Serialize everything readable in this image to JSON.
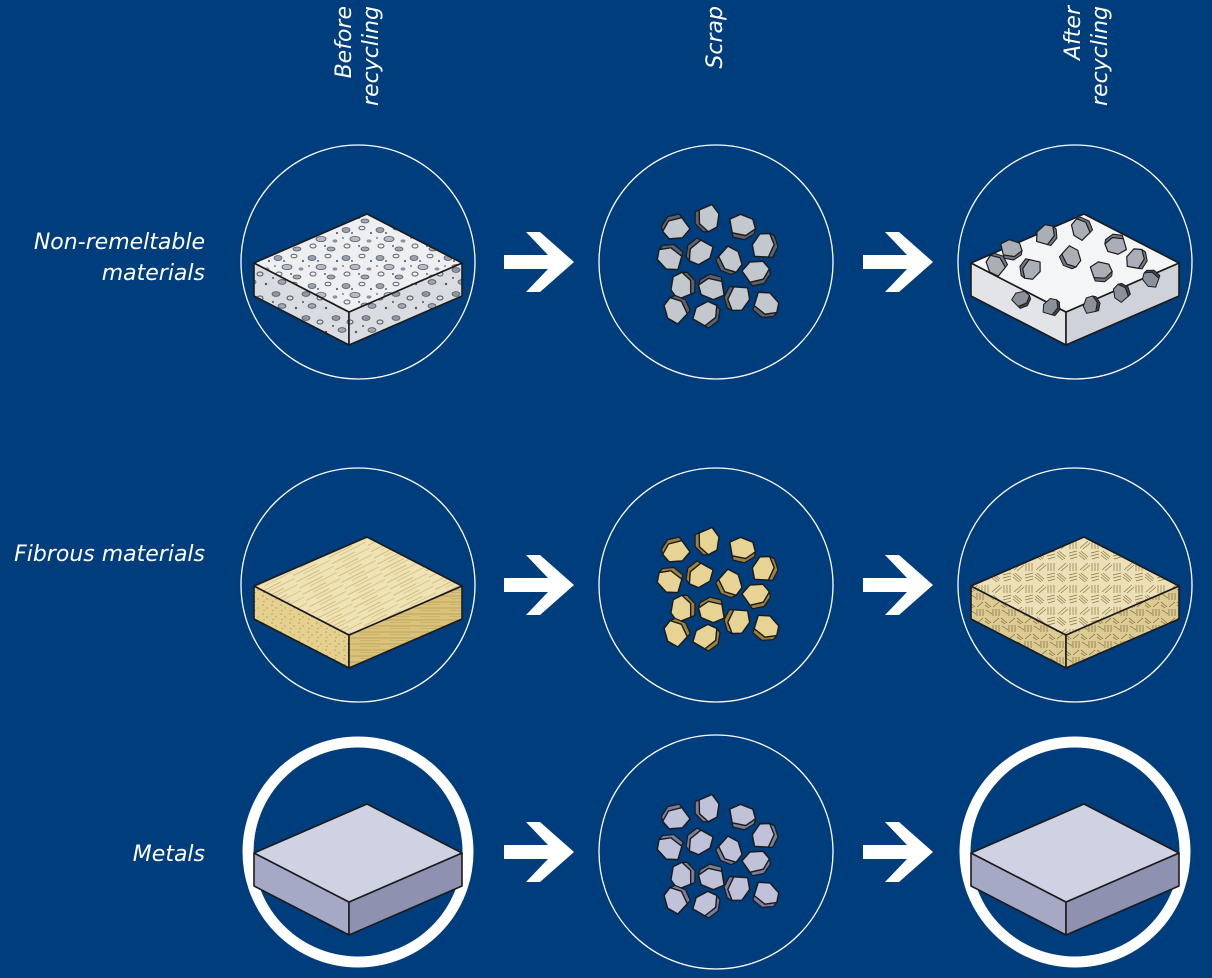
{
  "colors": {
    "background": "#003d7d",
    "ring": "#ffffff",
    "arrow": "#ffffff",
    "stone_top": "#f1f2f4",
    "stone_side": "#dcdee2",
    "stone_speck": "#7d8593",
    "fiber_top": "#efe2b4",
    "fiber_front": "#e2cf8c",
    "fiber_line": "#c6ad63",
    "metal_top": "#cfd2e2",
    "metal_front": "#a5a9c5",
    "metal_side": "#8e92b0",
    "outline": "#1b1b1b"
  },
  "columns": [
    {
      "lines": [
        "Before",
        "recycling"
      ]
    },
    {
      "lines": [
        "Scrap"
      ]
    },
    {
      "lines": [
        "After",
        "recycling"
      ]
    }
  ],
  "rows": [
    {
      "lines": [
        "Non-remeltable",
        "materials"
      ],
      "material": "stone",
      "after_ring": "thin"
    },
    {
      "lines": [
        "Fibrous materials"
      ],
      "material": "fiber",
      "after_ring": "thin"
    },
    {
      "lines": [
        "Metals"
      ],
      "material": "metal",
      "after_ring": "thick"
    }
  ],
  "icons": {
    "arrow": "right-arrow-icon",
    "block": "block-icon",
    "scrap": "scrap-pile-icon"
  }
}
